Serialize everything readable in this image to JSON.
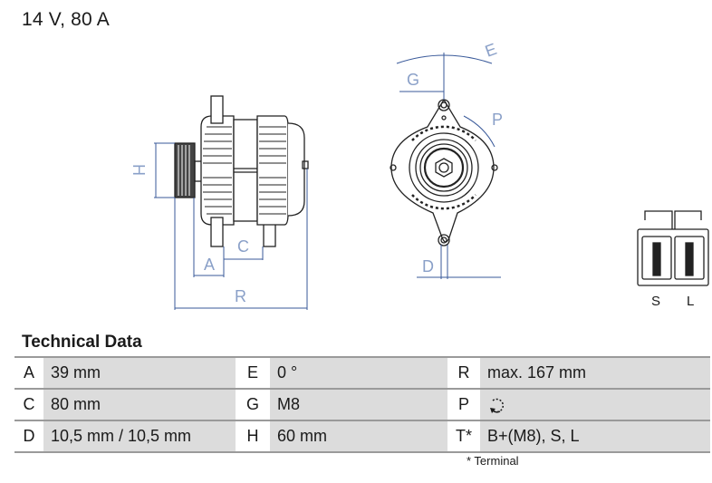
{
  "header": {
    "title": "14 V, 80 A"
  },
  "drawing": {
    "side_view_labels": {
      "H": "H",
      "A": "A",
      "C": "C",
      "R": "R"
    },
    "front_view_labels": {
      "E": "E",
      "G": "G",
      "P": "P",
      "D": "D"
    },
    "connector": {
      "pins": [
        "S",
        "L"
      ]
    },
    "line_color": "#3a5a9a"
  },
  "technical_data": {
    "title": "Technical Data",
    "rows": [
      [
        {
          "key": "A",
          "value": "39 mm"
        },
        {
          "key": "E",
          "value": "0 °"
        },
        {
          "key": "R",
          "value": "max. 167 mm"
        }
      ],
      [
        {
          "key": "C",
          "value": "80 mm"
        },
        {
          "key": "G",
          "value": "M8"
        },
        {
          "key": "P",
          "value": "rotation-icon"
        }
      ],
      [
        {
          "key": "D",
          "value": "10,5 mm / 10,5 mm"
        },
        {
          "key": "H",
          "value": "60 mm"
        },
        {
          "key": "T*",
          "value": "B+(M8), S, L"
        }
      ]
    ],
    "footnote": "* Terminal"
  }
}
